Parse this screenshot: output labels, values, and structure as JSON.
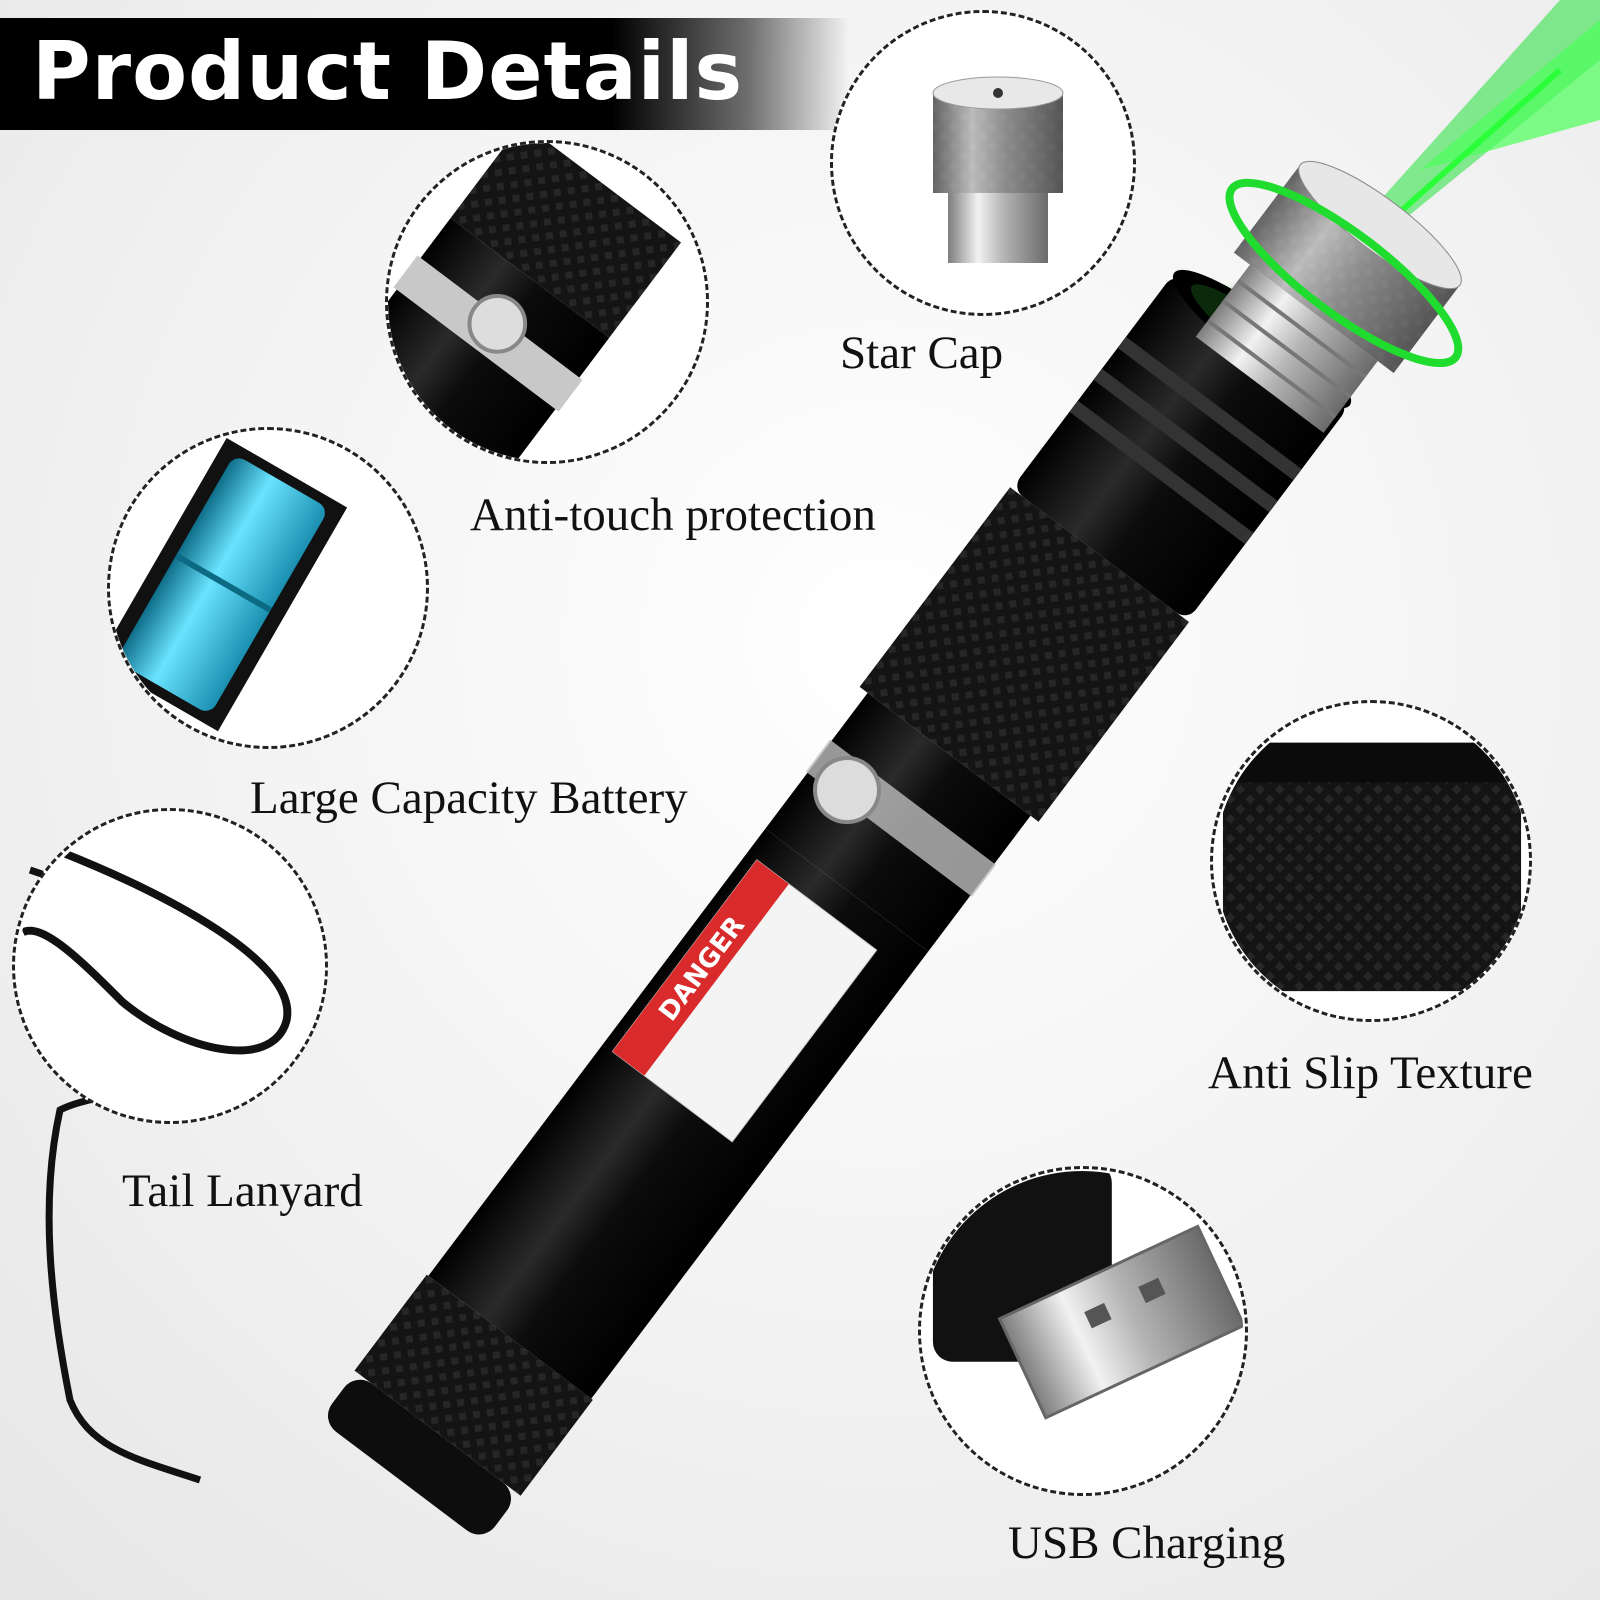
{
  "banner": {
    "title": "Product Details"
  },
  "labels": {
    "star_cap": "Star Cap",
    "anti_touch": "Anti-touch protection",
    "battery": "Large Capacity Battery",
    "tail_lanyard": "Tail Lanyard",
    "anti_slip": "Anti Slip Texture",
    "usb_charging": "USB Charging"
  },
  "product": {
    "sticker_text": "DANGER",
    "beam_color": "#22e03a",
    "body_color": "#111111",
    "battery_color": "#2fc7e6",
    "sticker_red": "#d92b2b"
  }
}
